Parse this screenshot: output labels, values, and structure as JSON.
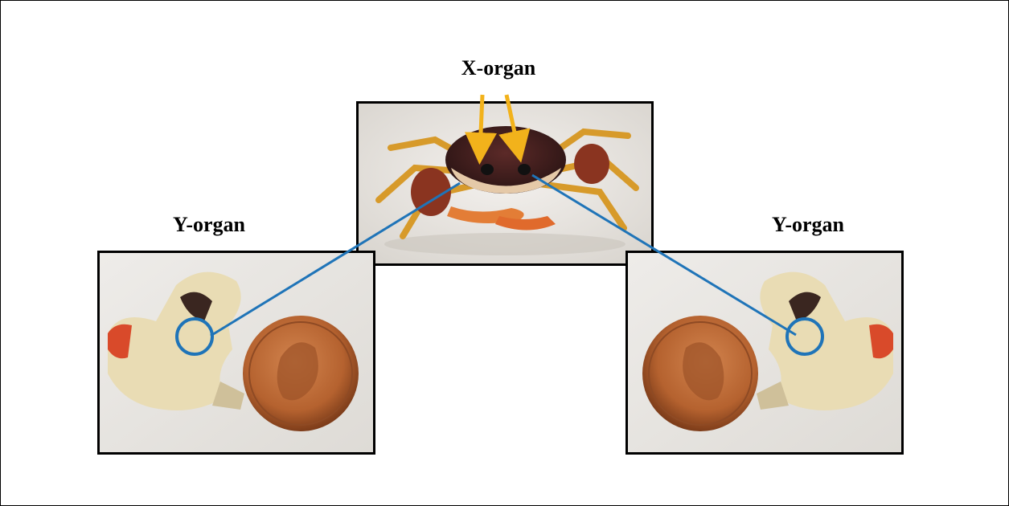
{
  "labels": {
    "x_organ": "X-organ",
    "y_organ_left": "Y-organ",
    "y_organ_right": "Y-organ"
  },
  "colors": {
    "arrow": "#f2b21b",
    "connector": "#1f74b8",
    "frame": "#000000"
  },
  "images": {
    "crab_photo": "crab-photo",
    "left_dissection": "dissected-crab-with-penny-photo",
    "right_dissection": "dissected-crab-with-penny-photo-mirrored"
  }
}
